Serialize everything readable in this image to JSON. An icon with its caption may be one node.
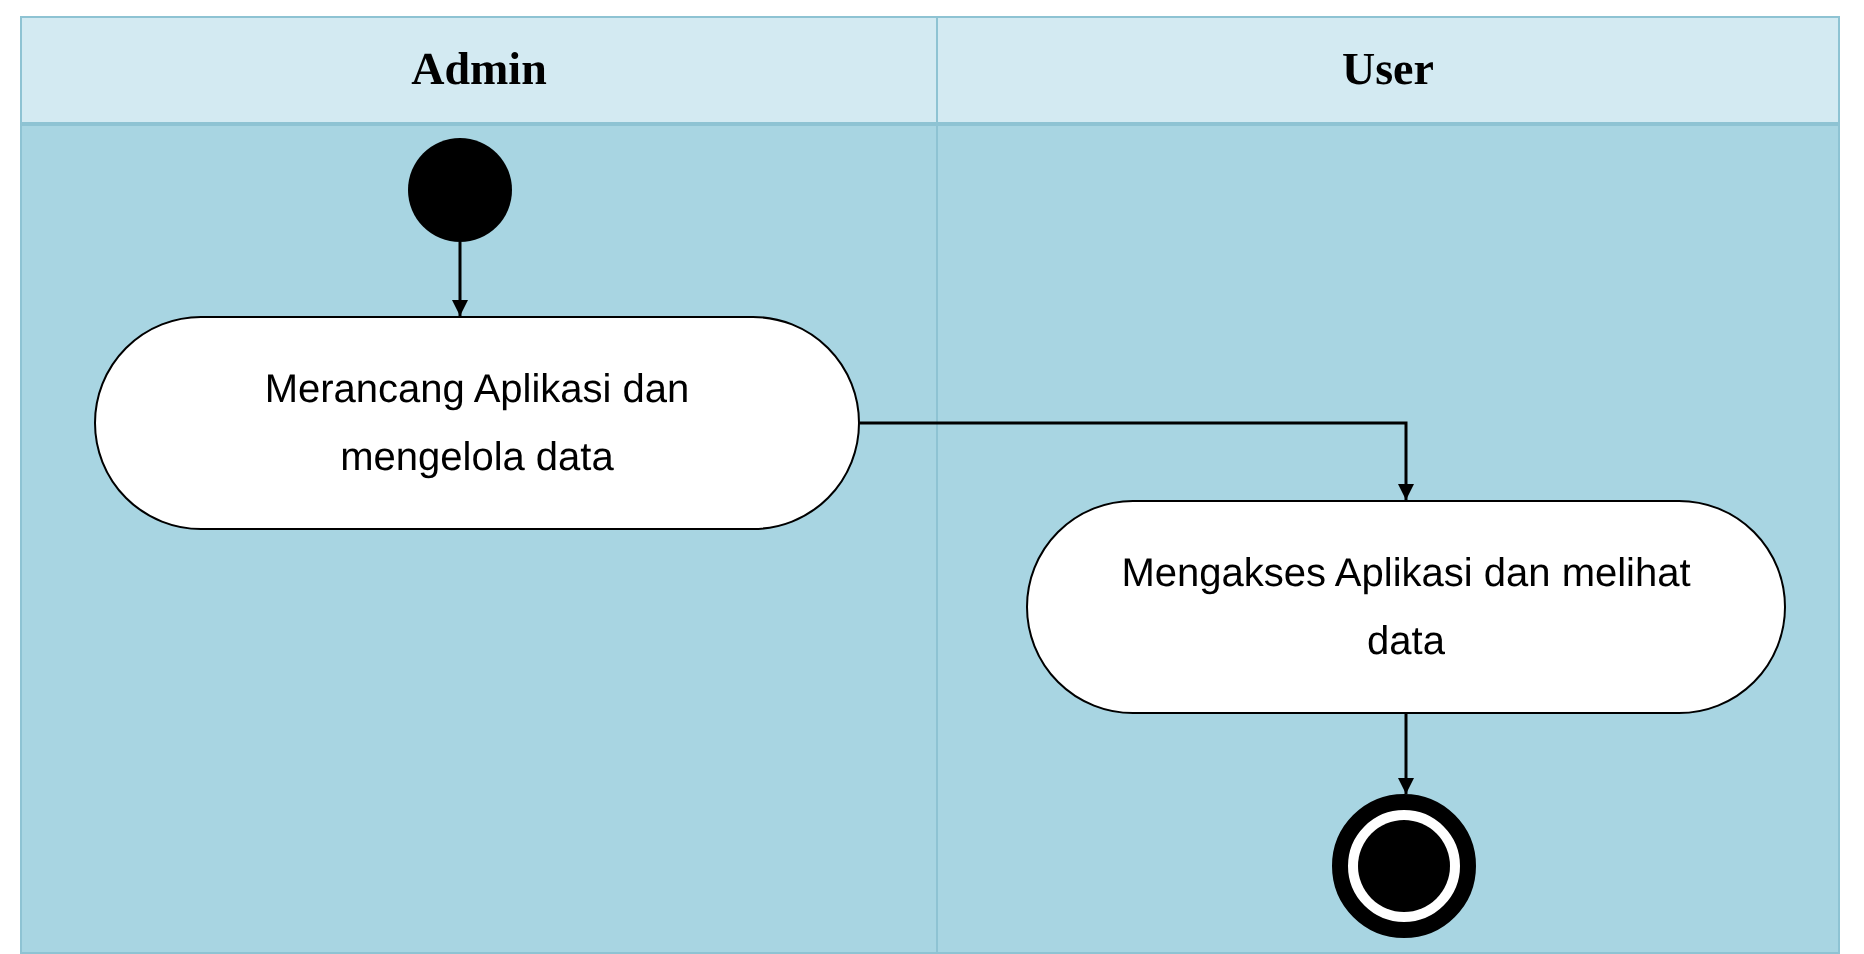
{
  "diagram": {
    "nodes": [
      {
        "text": [
          "Admin"
        ]
      },
      {
        "text": [
          "User"
        ]
      },
      {
        "text": [],
        "shape": "circle",
        "in": 0
      },
      {
        "text": [
          "Merancang Aplikasi dan mengelola data"
        ],
        "in": 0
      },
      {
        "text": [
          "Mengakses Aplikasi dan melihat data"
        ],
        "in": 1
      },
      {
        "text": [],
        "shape": "circle",
        "in": 1
      }
    ],
    "edges": [
      {
        "from": 2,
        "to": 3,
        "arrow": "to"
      },
      {
        "from": 3,
        "to": 4,
        "arrow": "to"
      },
      {
        "from": 4,
        "to": 5,
        "arrow": "to"
      }
    ]
  }
}
